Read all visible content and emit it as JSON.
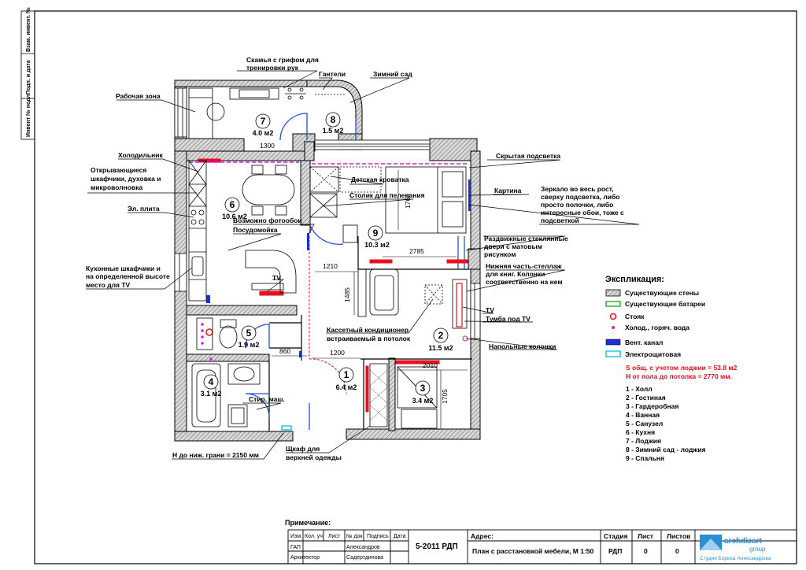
{
  "side_stamps": [
    "Взам. инвент. №",
    "Подп. и дата",
    "Инвент № подл."
  ],
  "callouts": {
    "bench": "Скамья с грифом для тренировки рук",
    "dumbbells": "Гантели",
    "winter_garden": "Зимний сад",
    "work_zone": "Рабочая зона",
    "fridge": "Холодильник",
    "cabinets": "Открывающиеся шкафчики, духовка и микроволновка",
    "stove": "Эл. плита",
    "kitchen_cabinets": "Кухонные шкафчики и на определенной высоте место для TV",
    "hidden_light": "Скрытая подсветка",
    "painting": "Картина",
    "mirror": "Зеркало во весь рост, сверху подсветка, либо просто полочки, либо интересные обои, тоже с подсветкой",
    "crib": "Детская кроватка",
    "changing_table": "Столик для пеленания",
    "photo": "Возможно фотообои",
    "dishwasher": "Посудомойка",
    "sliding_doors": "Раздвижные стеклянные двери с матовым рисунком",
    "shelves": "Нижняя часть-стеллаж для книг. Колонки соответственно на нем",
    "tv": "TV",
    "tv_stand": "Тумба под TV",
    "ac": "Кассетный кондиционер встраиваемый в потолок",
    "floor_speakers": "Напольные колонки",
    "washer": "Стир. маш.",
    "height_note": "Н до ниж. грани = 2150 мм",
    "wardrobe": "Щкаф для верхней одежды",
    "tv_kitchen": "TV"
  },
  "rooms": [
    {
      "num": "1",
      "area": "6.4 м2"
    },
    {
      "num": "2",
      "area": "11.5 м2"
    },
    {
      "num": "3",
      "area": "3.4 м2"
    },
    {
      "num": "4",
      "area": "3.1 м2"
    },
    {
      "num": "5",
      "area": "1.9 м2"
    },
    {
      "num": "6",
      "area": "10.6 м2"
    },
    {
      "num": "7",
      "area": "4.0 м2"
    },
    {
      "num": "8",
      "area": "1.5 м2"
    },
    {
      "num": "9",
      "area": "10.3 м2"
    }
  ],
  "dimensions": [
    "1300",
    "1760",
    "2785",
    "1210",
    "1485",
    "860",
    "1200",
    "2010",
    "1705"
  ],
  "legend": {
    "title": "Экспликация:",
    "items": [
      {
        "label": "Существующие стены"
      },
      {
        "label": "Существующие батареи"
      },
      {
        "label": "Стояк"
      },
      {
        "label": "Холод., горяч. вода"
      },
      {
        "label": "Вент. канал"
      },
      {
        "label": "Электрощитовая"
      }
    ],
    "total_area": "S общ. с учетом лоджии = 53.8 м2",
    "height": "Н от пола до потолка = 2770 мм.",
    "rooms": [
      "1 - Холл",
      "2 - Гостиная",
      "3 - Гардеробная",
      "4 - Ванная",
      "5 - Санузел",
      "6 - Кухня",
      "7 - Лоджия",
      "8 - Зимний сад - лоджия",
      "9 - Спальня"
    ]
  },
  "colors": {
    "wall_hatch": "#9a9a9a",
    "battery": "#2fb52f",
    "riser": "#e8101e",
    "water": "#d81bd8",
    "vent": "#1f2fd8",
    "panel": "#20c8e8",
    "door": "#2050e0"
  },
  "title_block": {
    "note_label": "Примечание:",
    "cols": [
      "Изм.",
      "Кол. уч.",
      "Лист",
      "№ док",
      "Подпись",
      "Дата"
    ],
    "rows": [
      [
        "ГАП",
        "Александров"
      ],
      [
        "Архитектор",
        "Садертдинова"
      ]
    ],
    "project_code": "5-2011 РДП",
    "address_label": "Адрес:",
    "sheet_title": "План с расстановкой мебели, М 1:50",
    "stage_label": "Стадия",
    "stage": "РДП",
    "sheet_label": "Лист",
    "sheet": "0",
    "sheets_label": "Листов",
    "sheets": "0",
    "logo_name": "archdizart",
    "logo_sub": "group",
    "logo_studio": "Студия Бориса Александрова"
  }
}
